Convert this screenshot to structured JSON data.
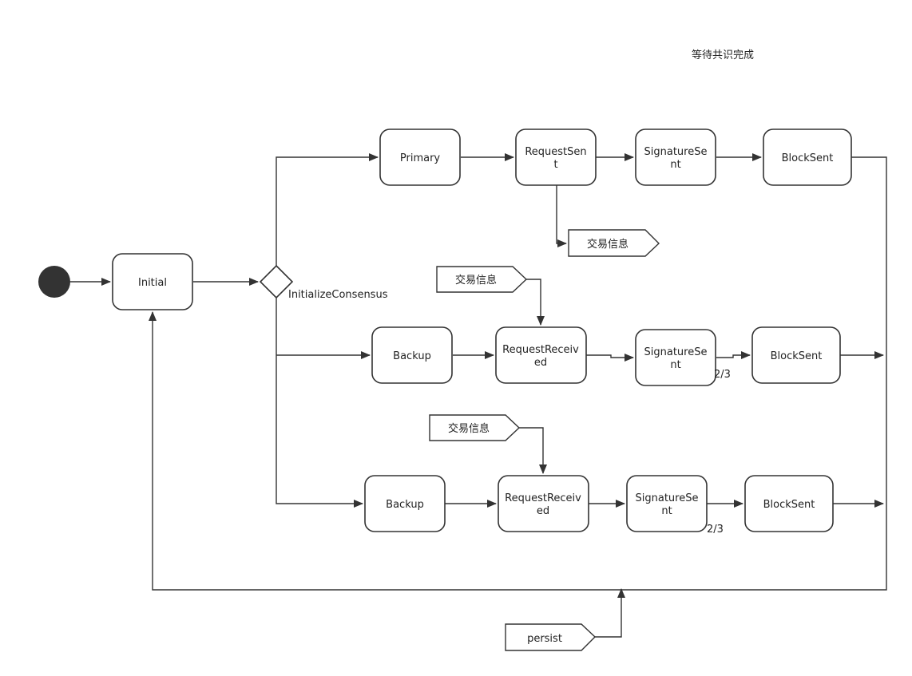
{
  "title_note": "等待共识完成",
  "decision": {
    "label": "InitializeConsensus"
  },
  "states": {
    "initial": "Initial",
    "primary": "Primary",
    "p_request": [
      "RequestSen",
      "t"
    ],
    "p_signature": [
      "SignatureSe",
      "nt"
    ],
    "p_block": "BlockSent",
    "b1_backup": "Backup",
    "b1_request": [
      "RequestReceiv",
      "ed"
    ],
    "b1_signature": [
      "SignatureSe",
      "nt"
    ],
    "b1_block": "BlockSent",
    "b2_backup": "Backup",
    "b2_request": [
      "RequestReceiv",
      "ed"
    ],
    "b2_signature": [
      "SignatureSe",
      "nt"
    ],
    "b2_block": "BlockSent"
  },
  "signals": {
    "send_tx": "交易信息",
    "recv_tx1": "交易信息",
    "recv_tx2": "交易信息",
    "persist": "persist"
  },
  "edge_labels": {
    "b1_threshold": "2/3",
    "b2_threshold": "2/3"
  }
}
